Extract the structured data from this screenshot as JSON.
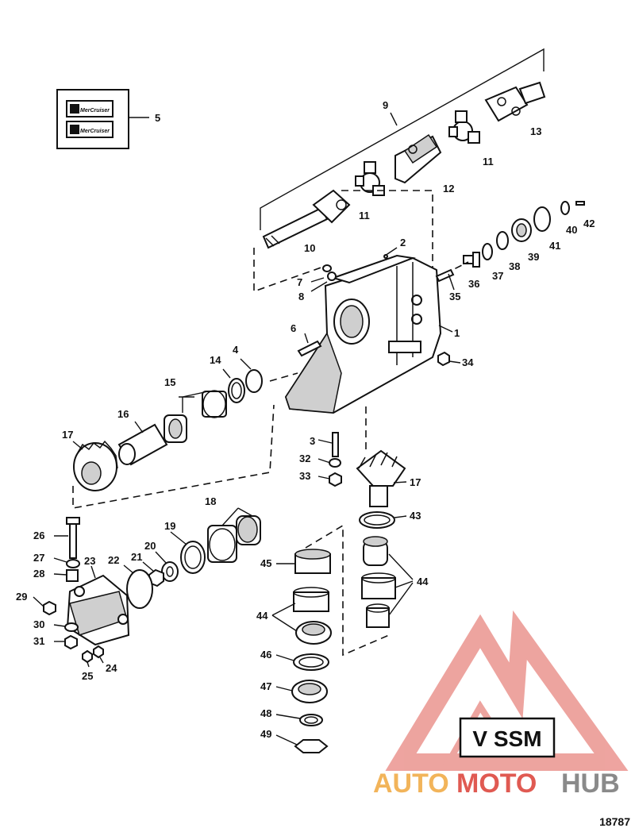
{
  "callouts": {
    "c1": "1",
    "c2": "2",
    "c3": "3",
    "c4": "4",
    "c5": "5",
    "c6": "6",
    "c7": "7",
    "c8": "8",
    "c9": "9",
    "c10": "10",
    "c11a": "11",
    "c11b": "11",
    "c12": "12",
    "c13": "13",
    "c14": "14",
    "c15": "15",
    "c16": "16",
    "c17a": "17",
    "c17b": "17",
    "c18": "18",
    "c19": "19",
    "c20": "20",
    "c21": "21",
    "c22": "22",
    "c23": "23",
    "c24": "24",
    "c25": "25",
    "c26": "26",
    "c27": "27",
    "c28": "28",
    "c29": "29",
    "c30": "30",
    "c31": "31",
    "c32": "32",
    "c33": "33",
    "c34": "34",
    "c35": "35",
    "c36": "36",
    "c37": "37",
    "c38": "38",
    "c39": "39",
    "c40": "40",
    "c41": "41",
    "c42": "42",
    "c43": "43",
    "c44a": "44",
    "c44b": "44",
    "c45": "45",
    "c46": "46",
    "c47": "47",
    "c48": "48",
    "c49": "49"
  },
  "decal_text": "MerCruiser",
  "badge": "V SSM",
  "watermark": {
    "part1": "AUTO",
    "part2": "MOTO",
    "part3": "HUB"
  },
  "figure_ref": "18787",
  "colors": {
    "watermark_red": "#e05a52",
    "watermark_orange": "#f2b45a",
    "watermark_gray": "#8a8a8a",
    "line": "#111111"
  }
}
